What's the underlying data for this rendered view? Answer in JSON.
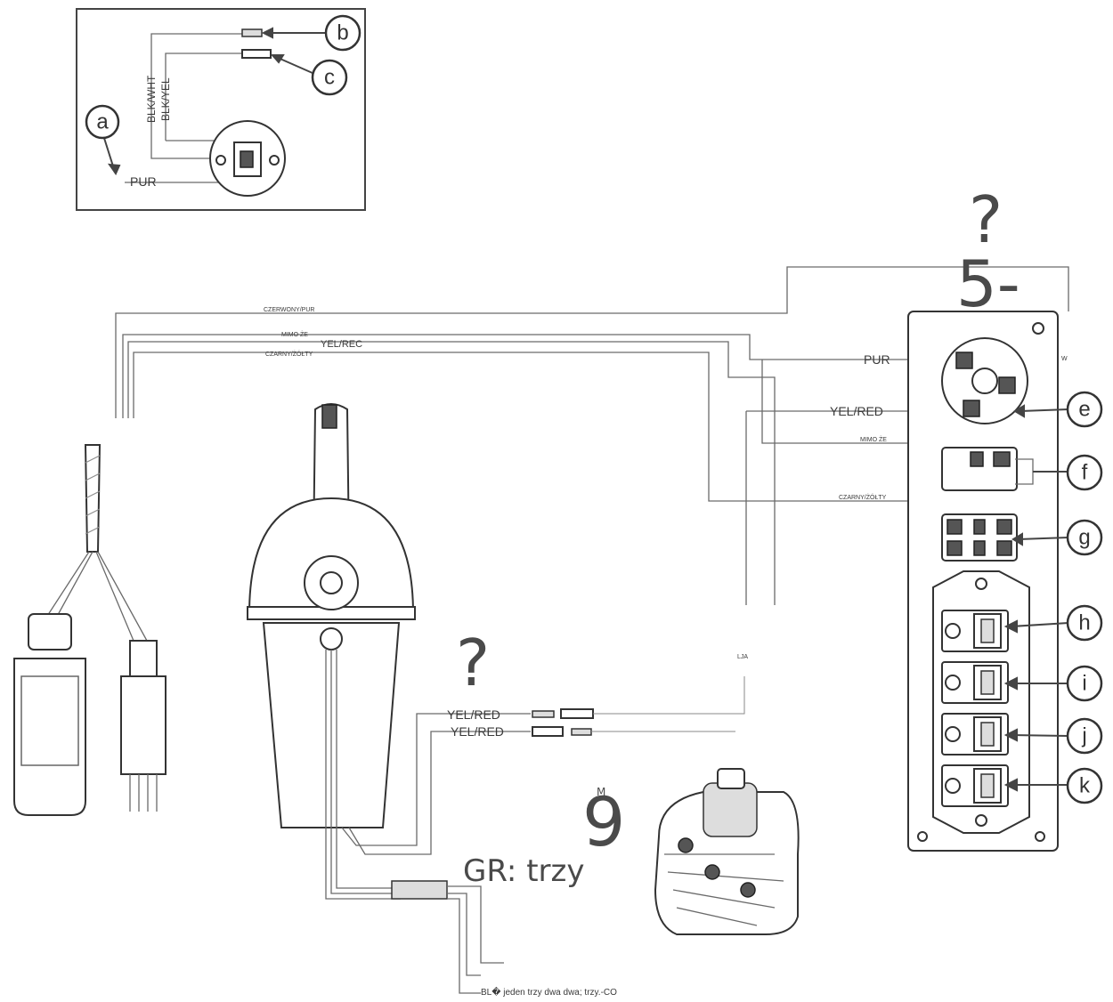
{
  "inset": {
    "labels": {
      "blk_wht": "BLK/WHT",
      "blk_yel": "BLK/YEL",
      "pur": "PUR"
    },
    "callouts": [
      "a",
      "b",
      "c"
    ]
  },
  "panel": {
    "callouts": [
      "e",
      "f",
      "g",
      "h",
      "i",
      "j",
      "k"
    ],
    "labels": {
      "pur": "PUR",
      "yel_red": "YEL/RED",
      "mimo_ze": "MIMO ŻE",
      "czarny_zolty": "CZARNY/ŻÓŁTY",
      "w": "W"
    }
  },
  "harness": {
    "labels": {
      "czerwony_pur": "CZERWONY/PUR",
      "mimo_ze": "MIMO ŻE",
      "yel_rec": "YEL/REC",
      "czarny_zolty": "CZARNY/ŻÓŁTY"
    }
  },
  "control": {
    "labels": {
      "yel_red_top": "YEL/RED",
      "yel_red_bottom": "YEL/RED",
      "bottom_note": "BL� jeden trzy dwa dwa; trzy.-CO",
      "small_la": "LJA"
    }
  },
  "overlays": {
    "question_top": "?",
    "five_dash": "5-",
    "question_mid": "?",
    "nine": "9",
    "nine_small": "M",
    "gr_trzy": "GR:  trzy"
  }
}
